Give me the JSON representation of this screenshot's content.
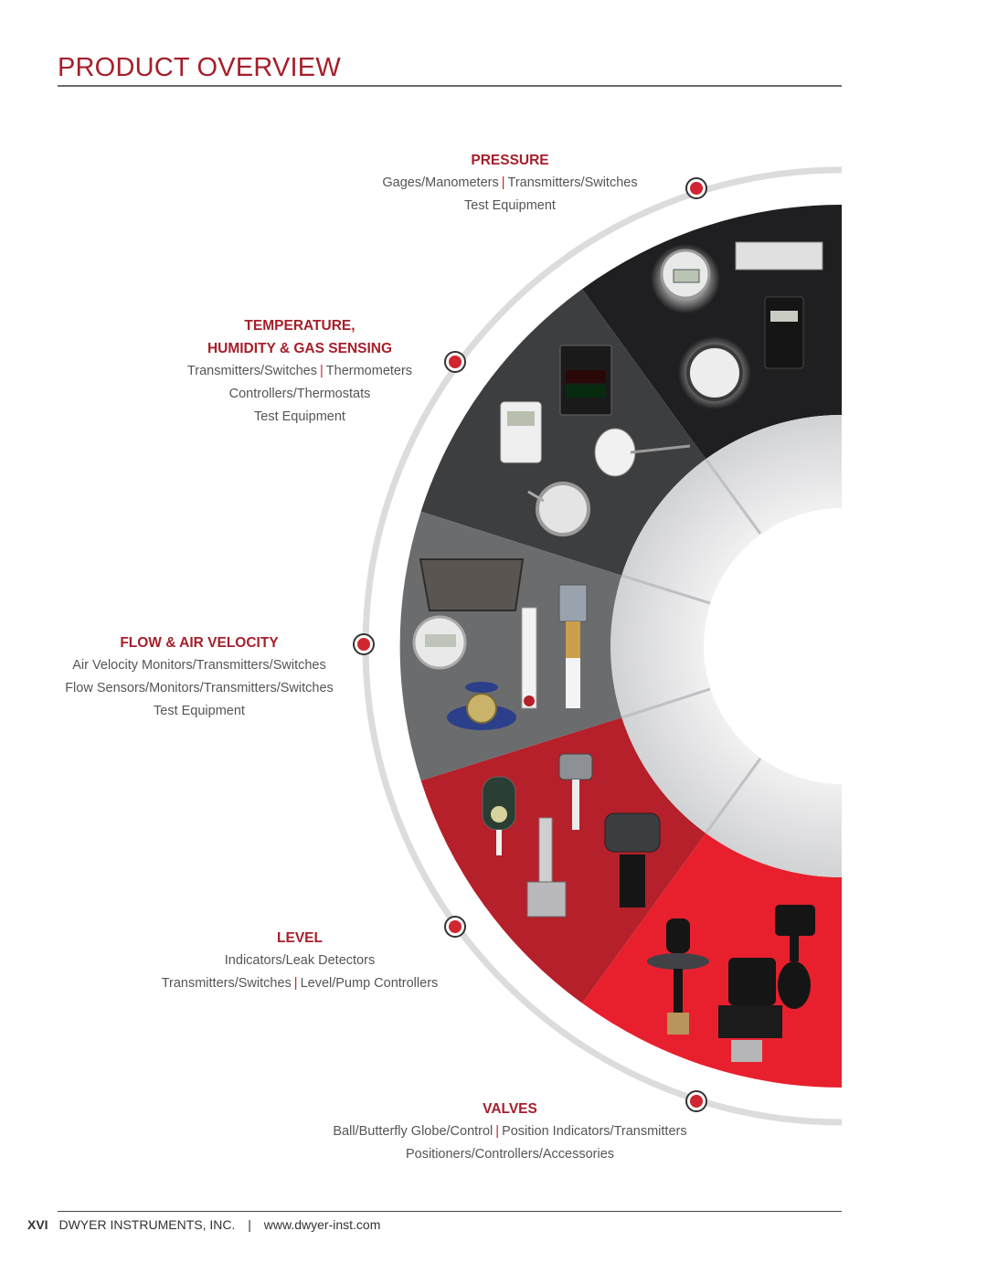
{
  "page": {
    "title": "PRODUCT OVERVIEW",
    "footer": {
      "page_number": "XVI",
      "company": "DWYER INSTRUMENTS, INC.",
      "separator": "|",
      "website": "www.dwyer-inst.com"
    }
  },
  "colors": {
    "accent_red": "#a51f2b",
    "pressure_segment": "#1f1f21",
    "temperature_segment": "#3d3e40",
    "flow_segment": "#6b6c6e",
    "level_segment": "#b5202a",
    "valves_segment": "#e8202e",
    "hub_ring": "#d8d9db",
    "outer_arc": "#dcdcdc"
  },
  "categories": [
    {
      "id": "pressure",
      "heading": [
        "PRESSURE"
      ],
      "lines": [
        [
          "Gages/Manometers",
          "Transmitters/Switches"
        ],
        [
          "Test Equipment"
        ]
      ],
      "products": [
        "differential-pressure-transmitter",
        "manifold-handheld-manometer",
        "magnehelic-gage"
      ]
    },
    {
      "id": "temperature",
      "heading": [
        "TEMPERATURE,",
        "HUMIDITY & GAS SENSING"
      ],
      "lines": [
        [
          "Transmitters/Switches",
          "Thermometers"
        ],
        [
          "Controllers/Thermostats"
        ],
        [
          "Test Equipment"
        ]
      ],
      "products": [
        "wall-mount-humidity-transmitter",
        "temperature-controller",
        "duct-temperature-transmitter",
        "bimetal-thermometer"
      ]
    },
    {
      "id": "flow",
      "heading": [
        "FLOW & AIR VELOCITY"
      ],
      "lines": [
        [
          "Air Velocity Monitors/Transmitters/Switches"
        ],
        [
          "Flow Sensors/Monitors/Transmitters/Switches"
        ],
        [
          "Test Equipment"
        ]
      ],
      "products": [
        "flow-hood",
        "air-velocity-transmitter",
        "rotameter",
        "flow-switch",
        "water-meter"
      ]
    },
    {
      "id": "level",
      "heading": [
        "LEVEL"
      ],
      "lines": [
        [
          "Indicators/Leak Detectors"
        ],
        [
          "Transmitters/Switches",
          "Level/Pump Controllers"
        ]
      ],
      "products": [
        "level-indicator",
        "submersible-level-transmitter",
        "level-switch",
        "ultrasonic-level-transmitter"
      ]
    },
    {
      "id": "valves",
      "heading": [
        "VALVES"
      ],
      "lines": [
        [
          "Ball/Butterfly Globe/Control",
          "Position Indicators/Transmitters"
        ],
        [
          "Positioners/Controllers/Accessories"
        ]
      ],
      "products": [
        "globe-control-valve",
        "actuated-ball-valve",
        "butterfly-valve"
      ]
    }
  ]
}
